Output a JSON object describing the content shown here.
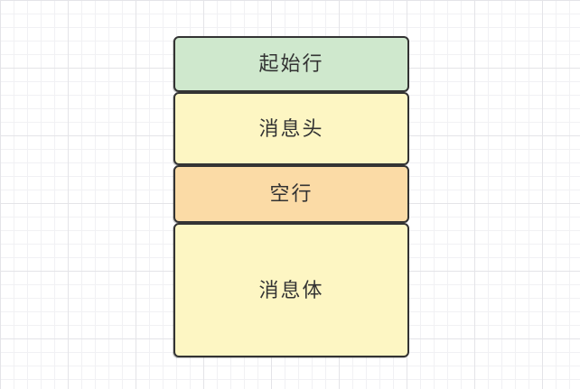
{
  "diagram": {
    "boxes": [
      {
        "id": "start-line",
        "label": "起始行",
        "fill": "#cfe8cd"
      },
      {
        "id": "message-header",
        "label": "消息头",
        "fill": "#fdf6c3"
      },
      {
        "id": "blank-line",
        "label": "空行",
        "fill": "#fbdba6"
      },
      {
        "id": "message-body",
        "label": "消息体",
        "fill": "#fdf6c3"
      }
    ],
    "border_color": "#333333",
    "text_color": "#333333",
    "background": {
      "canvas": "#ffffff",
      "grid_minor": "#f1f1f4",
      "grid_major": "#e4e4e8"
    }
  }
}
